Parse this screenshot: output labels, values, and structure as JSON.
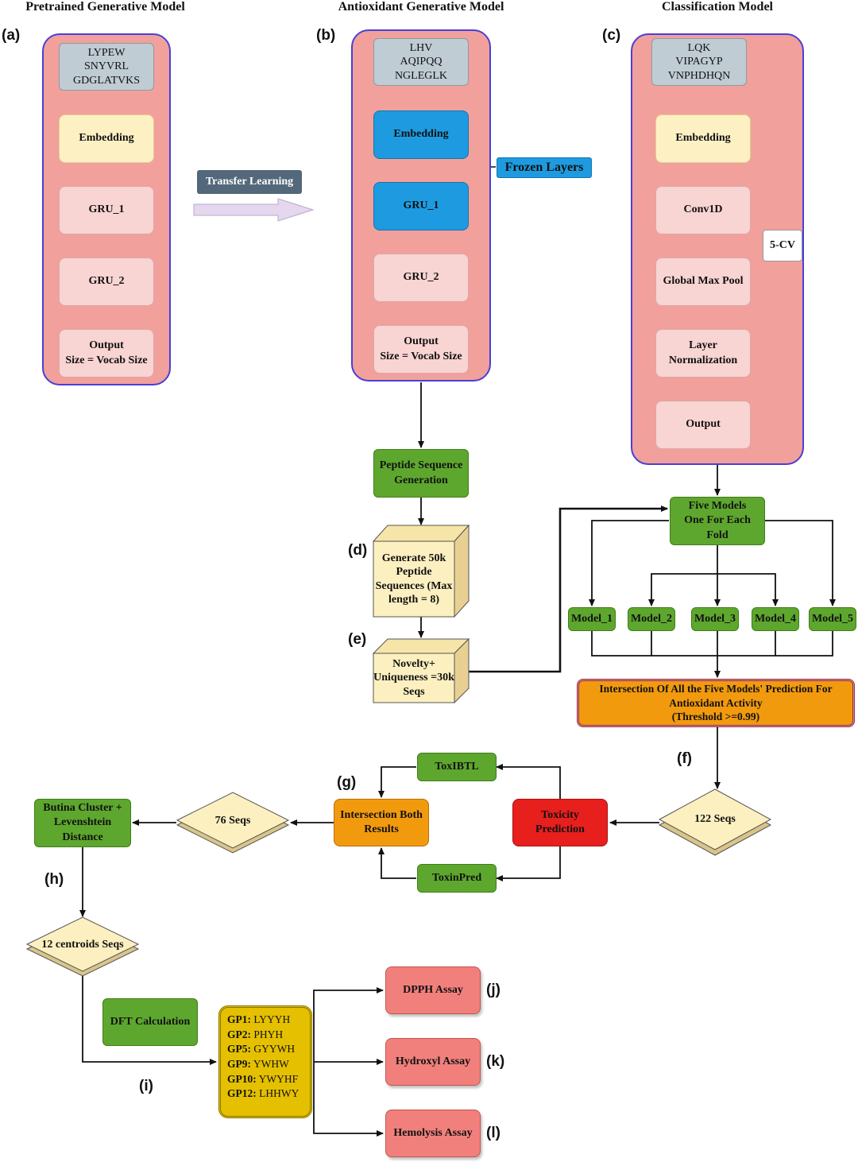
{
  "titles": {
    "pretrained": "Pretrained Generative Model",
    "antioxidant": "Antioxidant Generative Model",
    "classification": "Classification Model"
  },
  "panel_labels": {
    "a": "(a)",
    "b": "(b)",
    "c": "(c)",
    "d": "(d)",
    "e": "(e)",
    "f": "(f)",
    "g": "(g)",
    "h": "(h)",
    "i": "(i)",
    "j": "(j)",
    "k": "(k)",
    "l": "(l)"
  },
  "panel_a": {
    "seq": "LYPEW\nSNYVRL\nGDGLATVKS",
    "embedding": "Embedding",
    "gru1": "GRU_1",
    "gru2": "GRU_2",
    "output": "Output\nSize = Vocab Size"
  },
  "transfer_learning": "Transfer Learning",
  "panel_b": {
    "seq": "LHV\nAQIPQQ\nNGLEGLK",
    "embedding": "Embedding",
    "gru1": "GRU_1",
    "gru2": "GRU_2",
    "output": "Output\nSize = Vocab Size",
    "frozen_layers": "Frozen Layers"
  },
  "panel_c": {
    "seq": "LQK\nVIPAGYP\nVNPHDHQN",
    "embedding": "Embedding",
    "conv": "Conv1D",
    "pool": "Global Max Pool",
    "norm": "Layer\nNormalization",
    "output": "Output",
    "cv": "5-CV"
  },
  "pipeline": {
    "generation": "Peptide Sequence\nGeneration",
    "generate": "Generate 50k\nPeptide\nSequences\n(Max length =\n8)",
    "novelty": "Novelty+\nUniqueness\n=30k Seqs",
    "five_models": "Five Models\nOne For Each\nFold",
    "models": [
      "Model_1",
      "Model_2",
      "Model_3",
      "Model_4",
      "Model_5"
    ],
    "intersection": "Intersection Of All the Five Models' Prediction For\nAntioxidant Activity\n(Threshold >=0.99)",
    "seqs122": "122 Seqs",
    "toxicity": "Toxicity\nPrediction",
    "toxibtl": "ToxIBTL",
    "toxinpred": "ToxinPred",
    "intersect_both": "Intersection Both\nResults",
    "seqs76": "76 Seqs",
    "butina": "Butina Cluster +\nLevenshtein\nDistance",
    "centroids": "12 centroids Seqs",
    "dft": "DFT Calculation",
    "gp": [
      {
        "id": "GP1:",
        "seq": " LYYYH"
      },
      {
        "id": "GP2:",
        "seq": " PHYH"
      },
      {
        "id": "GP5:",
        "seq": " GYYWH"
      },
      {
        "id": "GP9:",
        "seq": " YWHW"
      },
      {
        "id": "GP10:",
        "seq": " YWYHF"
      },
      {
        "id": "GP12:",
        "seq": " LHHWY"
      }
    ],
    "dpph": "DPPH Assay",
    "hydroxyl": "Hydroxyl Assay",
    "hemolysis": "Hemolysis Assay"
  },
  "colors": {
    "panel_bg": "#f2a09c",
    "panel_border": "#4a3fd6",
    "green": "#5ea72e",
    "frozen": "#1e9be0",
    "orange": "#f29a0e",
    "red": "#e7201d",
    "cube": "#fdf0c0",
    "gp_box": "#e5c000",
    "assay": "#f1807c"
  }
}
